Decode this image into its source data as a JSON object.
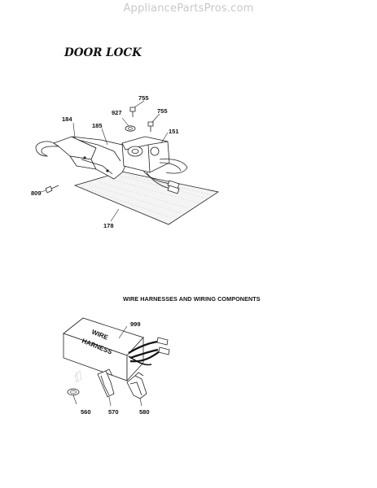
{
  "watermark": "AppliancePartsPros.com",
  "door_lock": {
    "title": "DOOR LOCK",
    "labels": {
      "p184": "184",
      "p185": "185",
      "p927": "927",
      "p755a": "755",
      "p755b": "755",
      "p151": "151",
      "p809": "809",
      "p178": "178"
    }
  },
  "wiring": {
    "title": "WIRE HARNESSES AND WIRING COMPONENTS",
    "box_text_line1": "WIRE",
    "box_text_line2": "HARNESS",
    "labels": {
      "p999": "999",
      "p560": "560",
      "p570": "570",
      "p580": "580"
    }
  }
}
